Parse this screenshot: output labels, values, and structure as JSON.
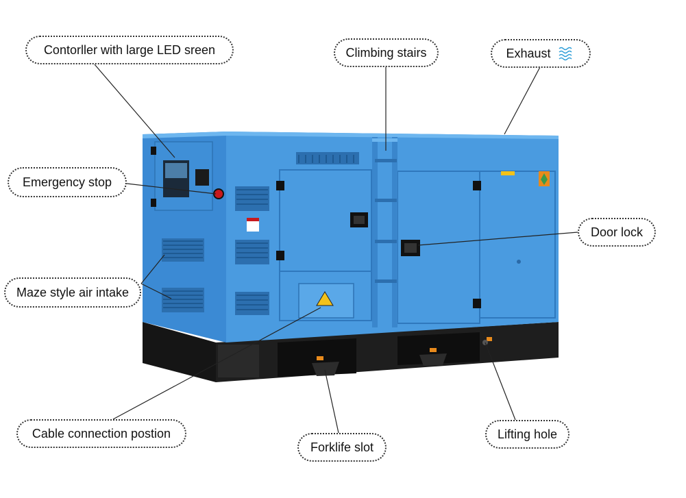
{
  "colors": {
    "body_blue": "#4a9be0",
    "body_blue_dark": "#3a86cc",
    "body_blue_light": "#5fabe8",
    "base_black": "#1c1c1c",
    "leader_line": "#222222",
    "warning_yellow": "#f3c21a"
  },
  "callouts": {
    "controller": "Contorller with large LED sreen",
    "climbing_stairs": "Climbing stairs",
    "exhaust": "Exhaust",
    "exhaust_icon": "heat-wave-icon",
    "emergency_stop": "Emergency stop",
    "door_lock": "Door lock",
    "air_intake": "Maze style air intake",
    "cable_connection": "Cable connection postion",
    "forklift_slot": "Forklife slot",
    "lifting_hole": "Lifting hole"
  }
}
